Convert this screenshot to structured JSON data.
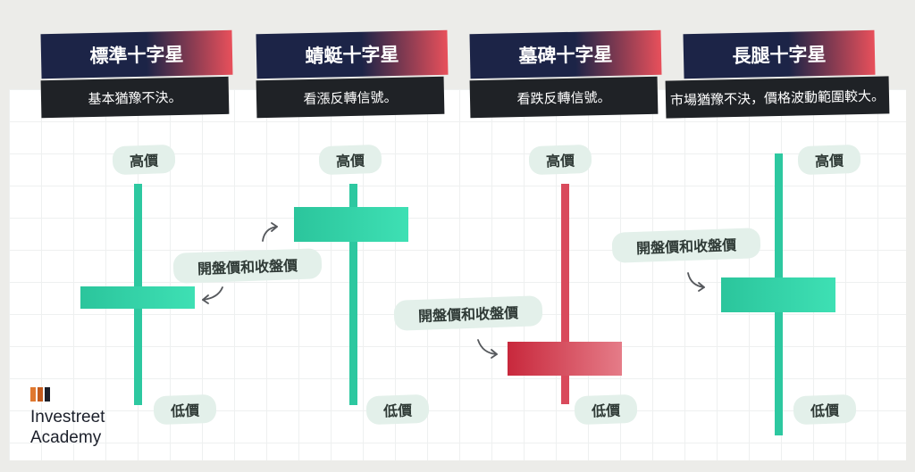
{
  "colors": {
    "green": "#2dc8a0",
    "red": "#d94a5c",
    "navy": "#1c2447",
    "title_accent": "#e8505b",
    "pill_bg": "#e3f0ea",
    "subtitle_bg": "#1f2226"
  },
  "panels": [
    {
      "title": "標準十字星",
      "subtitle": "基本猶豫不決。",
      "color": "green"
    },
    {
      "title": "蜻蜓十字星",
      "subtitle": "看漲反轉信號。",
      "color": "green"
    },
    {
      "title": "墓碑十字星",
      "subtitle": "看跌反轉信號。",
      "color": "red"
    },
    {
      "title": "長腿十字星",
      "subtitle": "市場猶豫不決，價格波動範圍較大。",
      "color": "green"
    }
  ],
  "labels": {
    "high": "高價",
    "low": "低價",
    "open_close": "開盤價和收盤價"
  },
  "brand": {
    "line1": "Investreet",
    "line2": "Academy",
    "icon_colors": [
      "#e0782f",
      "#c25a1d",
      "#1b1f2a"
    ]
  }
}
